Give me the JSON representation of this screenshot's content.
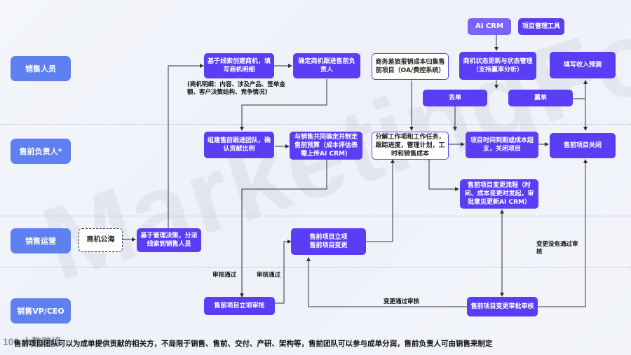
{
  "watermark": "MarketingForce",
  "lanes": [
    "销售人员",
    "售前负责人*",
    "销售运营",
    "销售VP/CEO"
  ],
  "boxes": {
    "ai_crm": "AI CRM",
    "pm_tool": "项目管理工具",
    "create_opp": "基于线索创建商机，填写商机明细",
    "confirm_owner": "确定商机跟进售前负责人",
    "travel_cost": "商务差旅报销成本归集售前项目（OA/费控系统）",
    "opp_status": "商机状态更新与状态管理（支持赢率分析）",
    "fill_revenue": "填写收入预测",
    "lost": "丢单",
    "won": "赢单",
    "build_team": "组建售前跟进团队，确认贡献比例",
    "set_budget": "与销售共同确定并制定售前预算（成本评估表需上传AI CRM）",
    "decompose": "分解工作项和工作任务，跟踪进度，管理计划，工时和销售成本",
    "cost_approve": "项目时间到期或成本超支，关闭项目",
    "close_project": "售前项目关闭",
    "change_flow": "售前项目变更流程（时间、成本变更时发起，审批意见更新AI CRM）",
    "sea": "商机公海",
    "assign": "基于管理决策，分派线索到销售人员",
    "setup": "售前项目立项\n售前项目变更",
    "setup_approve": "售前项目立项审批",
    "change_approve": "售前项目变更审批审核"
  },
  "notes": {
    "opp_detail": "(商机明细：内容、涉及产品、签单金额、客户决策结构、竞争情况)",
    "approve1": "审核通过",
    "approve2": "审核通过",
    "change_pass": "变更通过审核",
    "change_fail": "变更没有通过审核"
  },
  "footer": "售前项目团队可以为成单提供贡献的相关方，不局限于销售、售前、交付、产研、架构等，售前团队可以参与成单分润，售前负责人可由销售来制定",
  "logo": "100 大数跨境"
}
